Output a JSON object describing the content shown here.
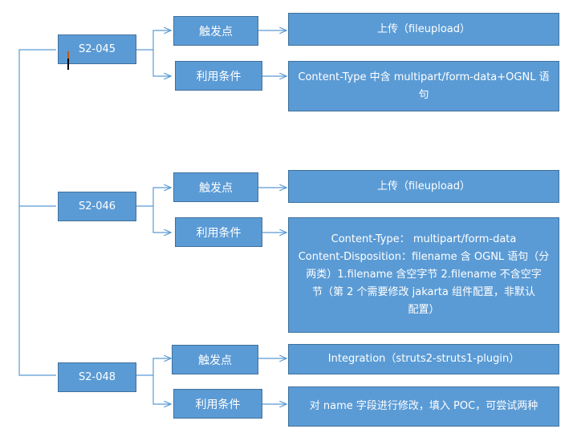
{
  "colors": {
    "box_fill": "#5b9bd5",
    "box_border": "#41719c",
    "connector": "#5b9bd5",
    "text": "#ffffff"
  },
  "nodes": [
    {
      "id": "S2-045",
      "trigger_label": "触发点",
      "trigger_value": "上传（fileupload）",
      "condition_label": "利用条件",
      "condition_lines": [
        "Content-Type 中含 multipart/form-data+OGNL 语",
        "句"
      ]
    },
    {
      "id": "S2-046",
      "trigger_label": "触发点",
      "trigger_value": "上传（fileupload）",
      "condition_label": "利用条件",
      "condition_lines": [
        "Content-Type： multipart/form-data",
        "Content-Disposition：filename 含 OGNL 语句（分",
        "两类）1.filename 含空字节 2.filename 不含空字",
        "节（第 2 个需要修改 jakarta 组件配置，非默认",
        "配置）"
      ]
    },
    {
      "id": "S2-048",
      "trigger_label": "触发点",
      "trigger_value": "Integration（struts2-struts1-plugin）",
      "condition_label": "利用条件",
      "condition_lines": [
        "对 name 字段进行修改，填入 POC，可尝试两种"
      ]
    }
  ]
}
